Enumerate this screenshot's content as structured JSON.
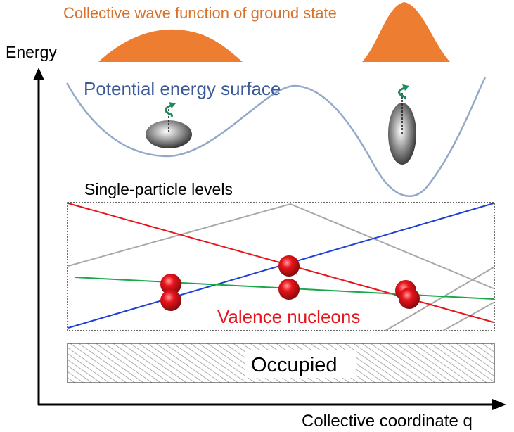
{
  "labels": {
    "wave_function": "Collective wave function of ground state",
    "energy_axis": "Energy",
    "pes": "Potential energy surface",
    "single_particle": "Single-particle levels",
    "valence": "Valence nucleons",
    "occupied": "Occupied",
    "x_axis": "Collective coordinate q"
  },
  "colors": {
    "wave_fill": "#ED7D31",
    "wave_text": "#D9712A",
    "pes_curve": "#94A9C9",
    "pes_text": "#3C5A9A",
    "level_red": "#E8141B",
    "level_blue": "#1E3FD8",
    "level_green": "#1AA84A",
    "level_gray": "#A8A8A8",
    "valence_text": "#E8141B",
    "rotation_arrow": "#1E8C5A"
  },
  "icons": {
    "oblate_nucleus": "oblate-ellipsoid-icon",
    "prolate_nucleus": "prolate-ellipsoid-icon",
    "rotation": "rotation-arrow-icon",
    "nucleon": "nucleon-sphere-icon"
  }
}
